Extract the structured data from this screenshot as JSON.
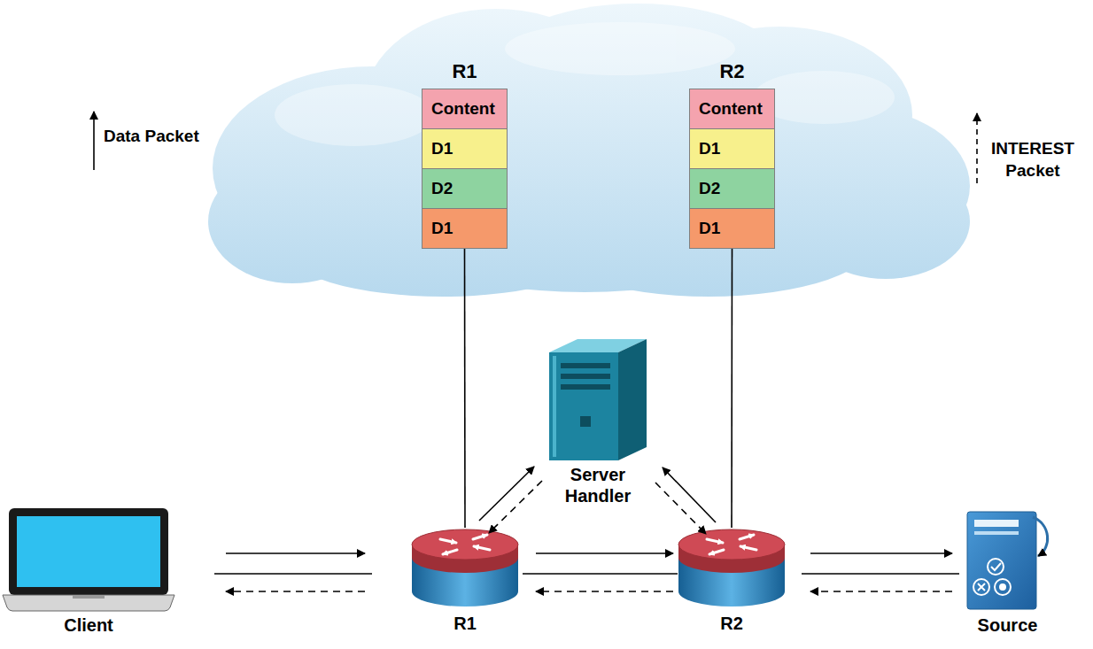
{
  "diagram": {
    "nodes": [
      {
        "text": [
          "R1"
        ]
      },
      {
        "text": [
          "Content"
        ],
        "in": 0
      },
      {
        "text": [
          "D1"
        ],
        "in": 0
      },
      {
        "text": [
          "D2"
        ],
        "in": 0
      },
      {
        "text": [
          "D1"
        ],
        "in": 0
      },
      {
        "text": [
          "R2"
        ]
      },
      {
        "text": [
          "Content"
        ],
        "in": 5
      },
      {
        "text": [
          "D1"
        ],
        "in": 5
      },
      {
        "text": [
          "D2"
        ],
        "in": 5
      },
      {
        "text": [
          "D1"
        ],
        "in": 5
      },
      {
        "text": [
          "Client"
        ]
      },
      {
        "text": [
          "Server Handler"
        ]
      },
      {
        "text": [
          "R1"
        ]
      },
      {
        "text": [
          "R2"
        ]
      },
      {
        "text": [
          "Source"
        ]
      }
    ],
    "edges": [
      {
        "from": 0,
        "to": 12,
        "arrow": "none"
      },
      {
        "from": 5,
        "to": 13,
        "arrow": "none"
      },
      {
        "from": 10,
        "to": 12,
        "arrow": "to"
      },
      {
        "from": 10,
        "to": 12,
        "arrow": "none"
      },
      {
        "from": 12,
        "to": 10,
        "arrow": "to"
      },
      {
        "from": 12,
        "to": 13,
        "arrow": "to"
      },
      {
        "from": 12,
        "to": 13,
        "arrow": "none"
      },
      {
        "from": 13,
        "to": 12,
        "arrow": "to"
      },
      {
        "from": 13,
        "to": 14,
        "arrow": "to"
      },
      {
        "from": 13,
        "to": 14,
        "arrow": "none"
      },
      {
        "from": 14,
        "to": 13,
        "arrow": "to"
      },
      {
        "from": 12,
        "to": 11,
        "arrow": "to"
      },
      {
        "from": 11,
        "to": 12,
        "arrow": "to"
      },
      {
        "from": 13,
        "to": 11,
        "arrow": "to"
      },
      {
        "from": 11,
        "to": 13,
        "arrow": "to"
      }
    ],
    "legend": [
      {
        "text": "Data Packet"
      },
      {
        "text": "INTEREST Packet"
      }
    ]
  }
}
